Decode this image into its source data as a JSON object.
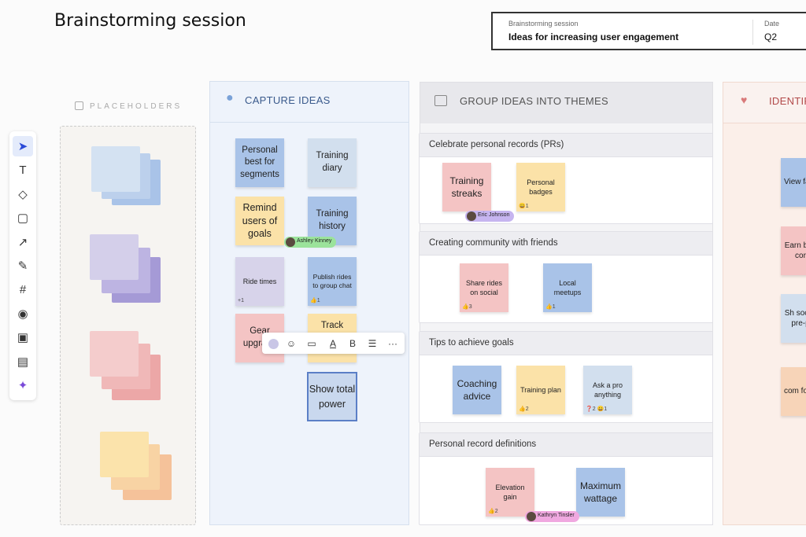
{
  "header": {
    "title": "Brainstorming session",
    "session_label": "Brainstorming session",
    "session_value": "Ideas for increasing user engagement",
    "date_label": "Date",
    "date_value": "Q2"
  },
  "toolbar": {
    "tools": [
      {
        "name": "select-tool",
        "icon": "cursor-icon",
        "glyph": "➤",
        "active": true
      },
      {
        "name": "text-tool",
        "icon": "text-icon",
        "glyph": "T"
      },
      {
        "name": "shapes-tool",
        "icon": "shapes-icon",
        "glyph": "◇"
      },
      {
        "name": "sticky-note-tool",
        "icon": "sticky-note-icon",
        "glyph": "▢"
      },
      {
        "name": "arrow-tool",
        "icon": "arrow-icon",
        "glyph": "↗"
      },
      {
        "name": "pen-tool",
        "icon": "pen-icon",
        "glyph": "✎"
      },
      {
        "name": "frame-tool",
        "icon": "frame-icon",
        "glyph": "#"
      },
      {
        "name": "palette-tool",
        "icon": "palette-icon",
        "glyph": "◉"
      },
      {
        "name": "image-tool",
        "icon": "image-icon",
        "glyph": "▣"
      },
      {
        "name": "template-tool",
        "icon": "template-icon",
        "glyph": "▤"
      },
      {
        "name": "magic-tool",
        "icon": "magic-wand-icon",
        "glyph": "✦"
      }
    ]
  },
  "placeholders": {
    "label": "PLACEHOLDERS"
  },
  "capture": {
    "title": "CAPTURE IDEAS",
    "notes": [
      {
        "text": "Personal best for segments",
        "color": "blue"
      },
      {
        "text": "Training diary",
        "color": "lblue"
      },
      {
        "text": "Remind users of goals",
        "color": "yellow"
      },
      {
        "text": "Training history",
        "color": "blue"
      },
      {
        "text": "Ride times",
        "color": "purple",
        "reaction": "+1"
      },
      {
        "text": "Publish rides to group chat",
        "color": "blue",
        "reaction": "👍1"
      },
      {
        "text": "Gear upgrade",
        "color": "pink"
      },
      {
        "text": "Track",
        "color": "yellow"
      }
    ],
    "editing_note": "Show total power",
    "cursor_user": "Ashley Kinney"
  },
  "group": {
    "title": "GROUP IDEAS INTO THEMES",
    "themes": [
      {
        "title": "Celebrate personal records (PRs)",
        "notes": [
          {
            "text": "Training streaks",
            "color": "pink"
          },
          {
            "text": "Personal badges",
            "color": "yellow",
            "reaction": "😀1"
          }
        ],
        "cursor_user": "Eric Johnson"
      },
      {
        "title": "Creating community with friends",
        "notes": [
          {
            "text": "Share rides on social",
            "color": "pink",
            "reaction": "👍3"
          },
          {
            "text": "Local meetups",
            "color": "blue",
            "reaction": "👍1"
          }
        ]
      },
      {
        "title": "Tips to achieve goals",
        "notes": [
          {
            "text": "Coaching advice",
            "color": "blue"
          },
          {
            "text": "Training plan",
            "color": "yellow",
            "reaction": "👍2"
          },
          {
            "text": "Ask a pro anything",
            "color": "lblue",
            "reaction": "❓2  😀1"
          }
        ]
      },
      {
        "title": "Personal record definitions",
        "notes": [
          {
            "text": "Elevation gain",
            "color": "pink",
            "reaction": "👍2"
          },
          {
            "text": "Maximum wattage",
            "color": "blue"
          }
        ],
        "cursor_user": "Kathryn Tinsler"
      }
    ]
  },
  "identify": {
    "title": "IDENTIF",
    "notes": [
      {
        "text": "View fa",
        "color": "blue"
      },
      {
        "text": "Earn bad cor",
        "color": "pink"
      },
      {
        "text": "Sh social pre-p",
        "color": "lblue"
      },
      {
        "text": "com for s",
        "color": "peach"
      }
    ]
  },
  "format_bar": {
    "bold": "B",
    "text_color": "A",
    "more": "···"
  },
  "colors": {
    "accent": "#2b4ad8",
    "capture_bg": "#eef3fb",
    "identify_bg": "#fbefe9"
  }
}
